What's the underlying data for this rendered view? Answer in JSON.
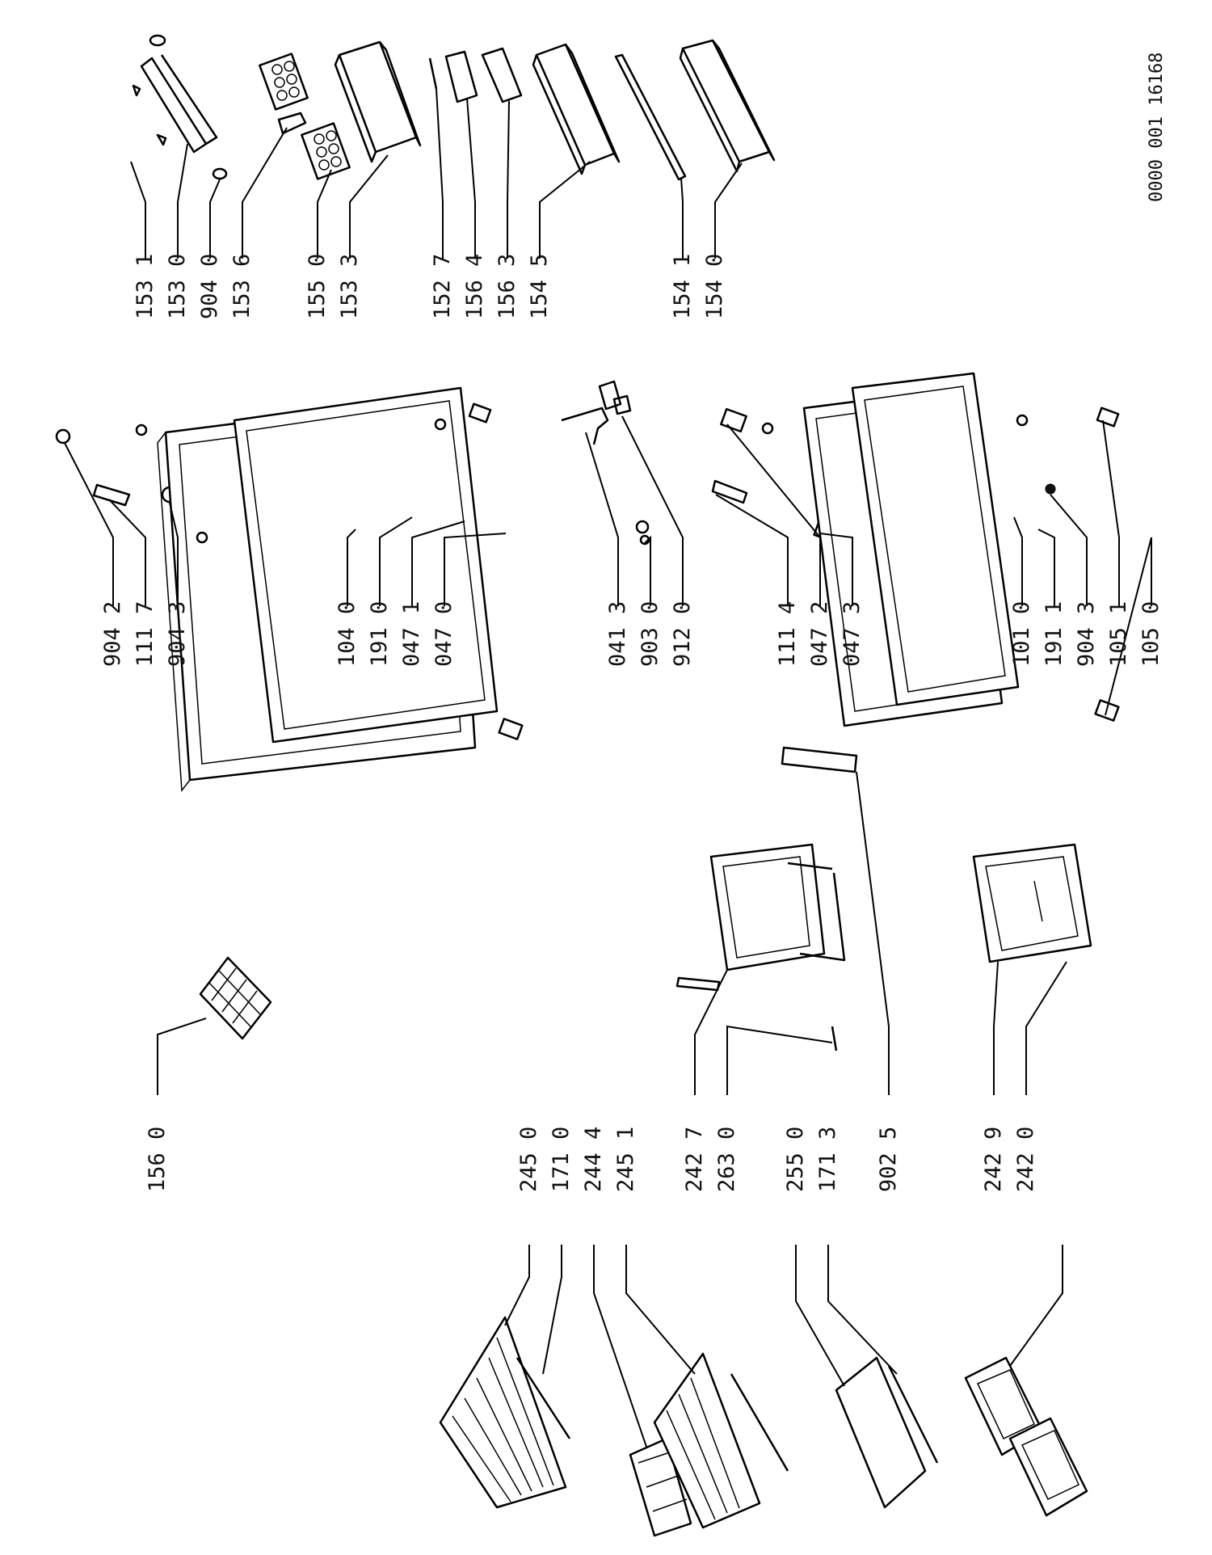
{
  "document_number": "0000 001 16168",
  "callouts": {
    "c1531": "153 1",
    "c1530": "153 0",
    "c9040": "904 0",
    "c1536": "153 6",
    "c1550": "155 0",
    "c1533": "153 3",
    "c1527": "152 7",
    "c1564": "156 4",
    "c1563": "156 3",
    "c1545": "154 5",
    "c1541": "154 1",
    "c1540": "154 0",
    "c9042": "904 2",
    "c1117": "111 7",
    "c9043a": "904 3",
    "c1040": "104 0",
    "c1910": "191 0",
    "c0471": "047 1",
    "c0470": "047 0",
    "c0413": "041 3",
    "c9030": "903 0",
    "c9120": "912 0",
    "c1114": "111 4",
    "c0472": "047 2",
    "c0473": "047 3",
    "c1010": "101 0",
    "c1911": "191 1",
    "c9043b": "904 3",
    "c1051": "105 1",
    "c1050": "105 0",
    "c1560": "156 0",
    "c2427": "242 7",
    "c2630": "263 0",
    "c9025": "902 5",
    "c2429": "242 9",
    "c2420": "242 0",
    "c2450": "245 0",
    "c1710": "171 0",
    "c2444": "244 4",
    "c2451": "245 1",
    "c2550": "255 0",
    "c1713": "171 3"
  }
}
